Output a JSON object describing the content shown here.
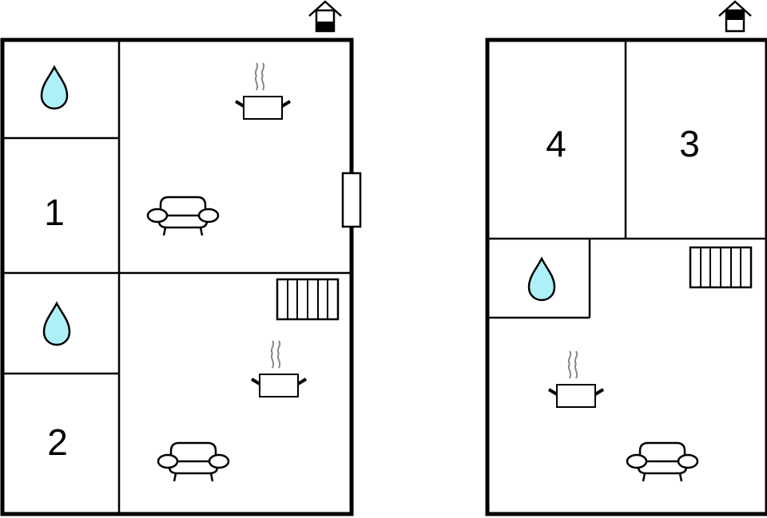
{
  "floors": [
    {
      "name": "floor-1",
      "entrance_icon": "house-entrance-bottom-filled-icon",
      "rooms": [
        {
          "id": "bathroom-1",
          "icon": "water-drop-icon"
        },
        {
          "id": "bedroom-1",
          "label": "1"
        },
        {
          "id": "living-kitchen-1",
          "icons": [
            "cooking-pot-icon",
            "sofa-icon"
          ]
        },
        {
          "id": "bathroom-2",
          "icon": "water-drop-icon"
        },
        {
          "id": "bedroom-2",
          "label": "2"
        },
        {
          "id": "living-kitchen-2",
          "icons": [
            "stairs-icon",
            "cooking-pot-icon",
            "sofa-icon"
          ]
        }
      ],
      "door_icon": "door-icon"
    },
    {
      "name": "floor-2",
      "entrance_icon": "house-entrance-top-filled-icon",
      "rooms": [
        {
          "id": "bedroom-4",
          "label": "4"
        },
        {
          "id": "bedroom-3",
          "label": "3"
        },
        {
          "id": "bathroom-3",
          "icon": "water-drop-icon"
        },
        {
          "id": "living-kitchen-3",
          "icons": [
            "stairs-icon",
            "cooking-pot-icon",
            "sofa-icon"
          ]
        }
      ]
    }
  ],
  "colors": {
    "wall": "#000000",
    "water": "#aef0f8",
    "background": "#ffffff"
  }
}
